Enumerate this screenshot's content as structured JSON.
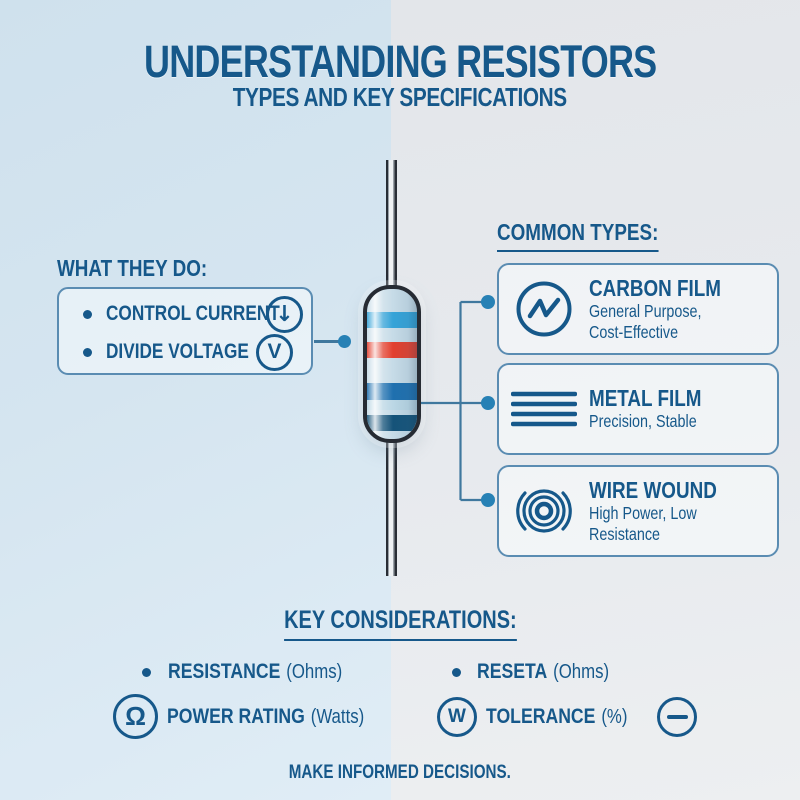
{
  "palette": {
    "primary_blue": "#16588a",
    "box_border": "#5a8cb2",
    "connector_line": "#3f789e",
    "connector_dot": "#2781b5",
    "bg_left": "#d3e4ef",
    "bg_right": "#e6e9ed",
    "resistor_body": "#c6dbe7",
    "resistor_outline": "#262b33",
    "band_cyan": "#35a3d8",
    "band_red": "#e2402f",
    "band_blue": "#1f70af",
    "band_navy": "#155379"
  },
  "header": {
    "title": "UNDERSTANDING RESISTORS",
    "subtitle": "TYPES AND KEY SPECIFICATIONS"
  },
  "resistor": {
    "band_order": [
      "cyan",
      "red",
      "blue",
      "navy"
    ]
  },
  "what_they_do": {
    "heading": "WHAT THEY DO:",
    "items": [
      {
        "label": "CONTROL CURRENT",
        "icon": "down-arrow-circle-icon",
        "icon_glyph": "↓"
      },
      {
        "label": "DIVIDE VOLTAGE",
        "icon": "v-circle-icon",
        "icon_glyph": "V"
      }
    ]
  },
  "common_types": {
    "heading": "COMMON TYPES:",
    "items": [
      {
        "title": "CARBON FILM",
        "description": "General Purpose,\nCost-Effective",
        "icon": "zigzag-circle-icon"
      },
      {
        "title": "METAL FILM",
        "description": "Precision, Stable",
        "icon": "stacked-lines-icon"
      },
      {
        "title": "WIRE WOUND",
        "description": "High Power, Low Resistance",
        "icon": "coil-icon"
      }
    ]
  },
  "key_considerations": {
    "heading": "KEY CONSIDERATIONS:",
    "items": [
      {
        "label": "RESISTANCE",
        "unit": "(Ohms)"
      },
      {
        "label": "RESETA",
        "unit": "(Ohms)"
      },
      {
        "label": "POWER RATING",
        "unit": "(Watts)",
        "icon": "omega-circle-icon",
        "icon_glyph": "Ω"
      },
      {
        "label": "TOLERANCE",
        "unit": "(%)",
        "icon": "w-circle-icon",
        "icon_glyph": "W",
        "trailing_icon": "minus-circle-icon"
      }
    ]
  },
  "footer": {
    "text": "MAKE INFORMED DECISIONS."
  }
}
